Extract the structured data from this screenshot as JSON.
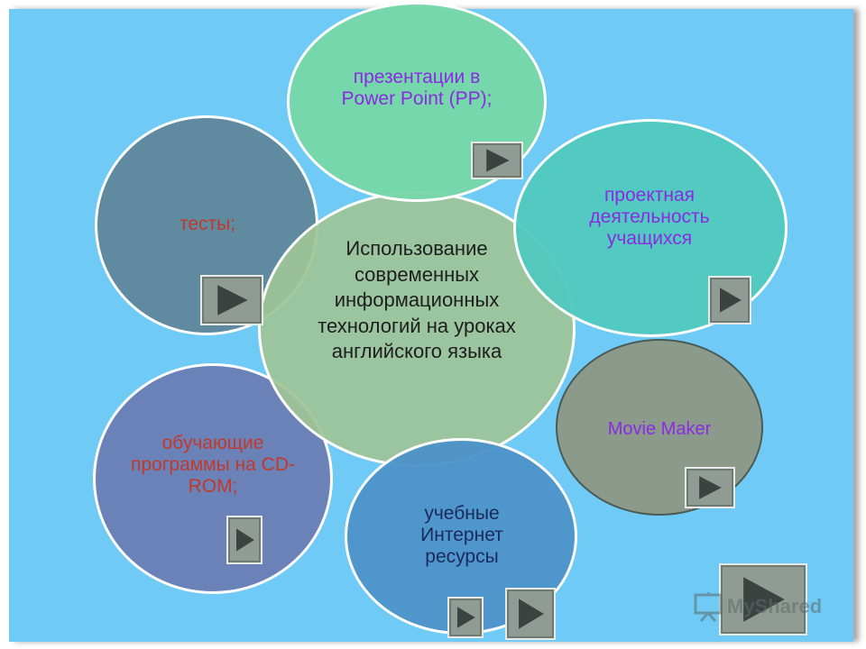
{
  "center": {
    "text": "Использование современных информационных технологий на уроках английского языка"
  },
  "nodes": [
    {
      "id": "presentations",
      "text": "презентации в Power Point (PP);",
      "color": "#8a2be2"
    },
    {
      "id": "tests",
      "text": "тесты;",
      "color": "#c0392b"
    },
    {
      "id": "projects",
      "text": "проектная деятельность учащихся",
      "color": "#8a2be2"
    },
    {
      "id": "movie",
      "text": "Movie Maker",
      "color": "#8a2be2"
    },
    {
      "id": "programs",
      "text": "обучающие программы на CD-ROM;",
      "color": "#c0392b"
    },
    {
      "id": "internet",
      "text": "учебные Интернет ресурсы",
      "color": "#1b2a5c"
    }
  ],
  "watermark": {
    "text": "MyShared"
  }
}
